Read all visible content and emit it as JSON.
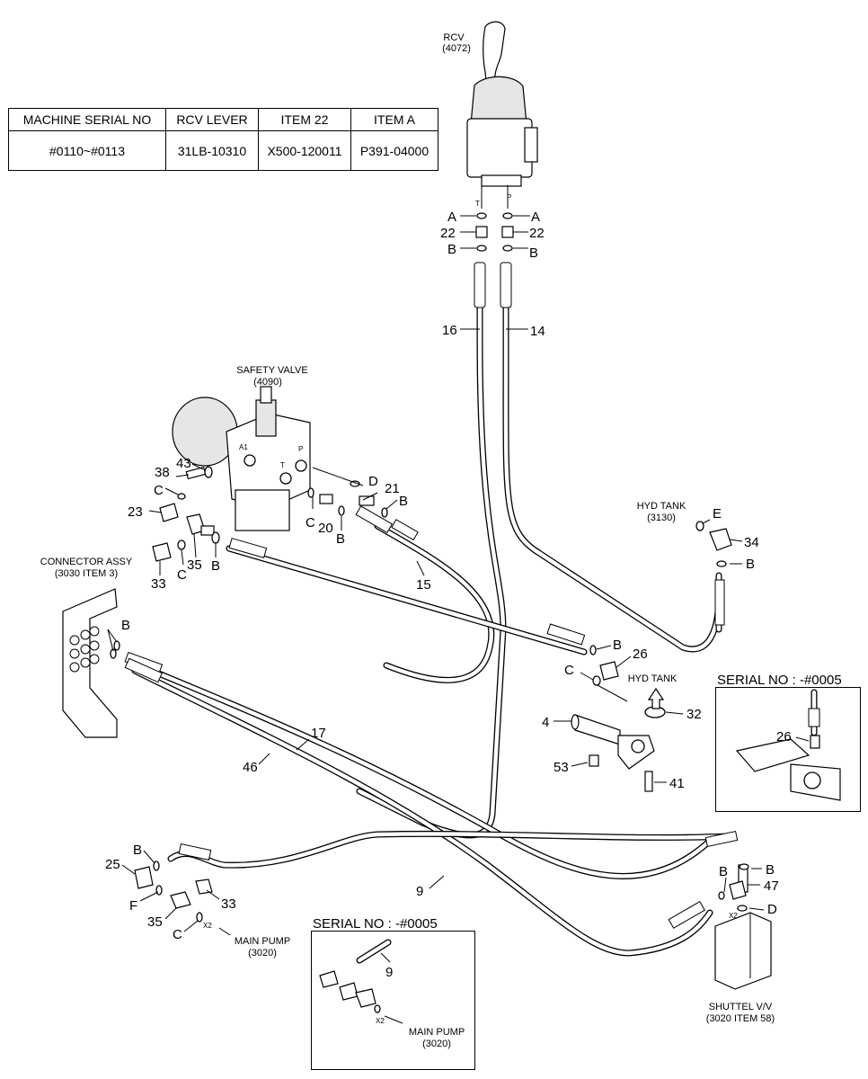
{
  "table": {
    "headers": [
      "MACHINE SERIAL NO",
      "RCV LEVER",
      "ITEM 22",
      "ITEM A"
    ],
    "row": [
      "#0110~#0113",
      "31LB-10310",
      "X500-120011",
      "P391-04000"
    ]
  },
  "components": {
    "rcv": {
      "name": "RCV",
      "ref": "(4072)"
    },
    "safety_valve": {
      "name": "SAFETY VALVE",
      "ref": "(4090)"
    },
    "hyd_tank_top": {
      "name": "HYD TANK",
      "ref": "(3130)"
    },
    "connector_assy": {
      "name": "CONNECTOR ASSY",
      "ref": "(3030 ITEM 3)"
    },
    "hyd_tank_arrow": "HYD TANK",
    "main_pump": {
      "name": "MAIN PUMP",
      "ref": "(3020)"
    },
    "shuttle_valve": {
      "name": "SHUTTEL V/V",
      "ref": "(3020 ITEM 58)"
    },
    "main_pump_inset": {
      "name": "MAIN PUMP",
      "ref": "(3020)"
    }
  },
  "insets": {
    "right_title": "SERIAL NO : -#0005",
    "bottom_title": "SERIAL NO : -#0005"
  },
  "port_marks": {
    "rcv_t": "T",
    "rcv_p": "P",
    "sv_a1": "A1",
    "sv_t": "T",
    "sv_p": "P",
    "x2_pump": "X2",
    "x2_shuttle": "X2",
    "x2_inset": "X2"
  },
  "callouts": {
    "rcv_left_a": "A",
    "rcv_right_a": "A",
    "rcv_left_22": "22",
    "rcv_right_22": "22",
    "rcv_left_b": "B",
    "rcv_right_b": "B",
    "hose_16": "16",
    "hose_14": "14",
    "item_43": "43",
    "item_38": "38",
    "item_c1": "C",
    "item_d1": "D",
    "item_21": "21",
    "item_b1": "B",
    "item_23": "23",
    "item_c2": "C",
    "item_20": "20",
    "item_b2": "B",
    "item_b3": "B",
    "item_c3": "C",
    "item_35a": "35",
    "item_33a": "33",
    "hose_15": "15",
    "item_e": "E",
    "item_34": "34",
    "item_b4": "B",
    "item_b5": "B",
    "item_b6": "B",
    "item_26": "26",
    "item_c4": "C",
    "item_32": "32",
    "item_4": "4",
    "item_53": "53",
    "item_41": "41",
    "hose_17": "17",
    "hose_46": "46",
    "inset_26": "26",
    "item_b7": "B",
    "item_25": "25",
    "item_f": "F",
    "item_33b": "33",
    "item_35b": "35",
    "item_c5": "C",
    "hose_9": "9",
    "item_b8": "B",
    "item_b9": "B",
    "item_47": "47",
    "item_d2": "D",
    "inset_9": "9"
  }
}
